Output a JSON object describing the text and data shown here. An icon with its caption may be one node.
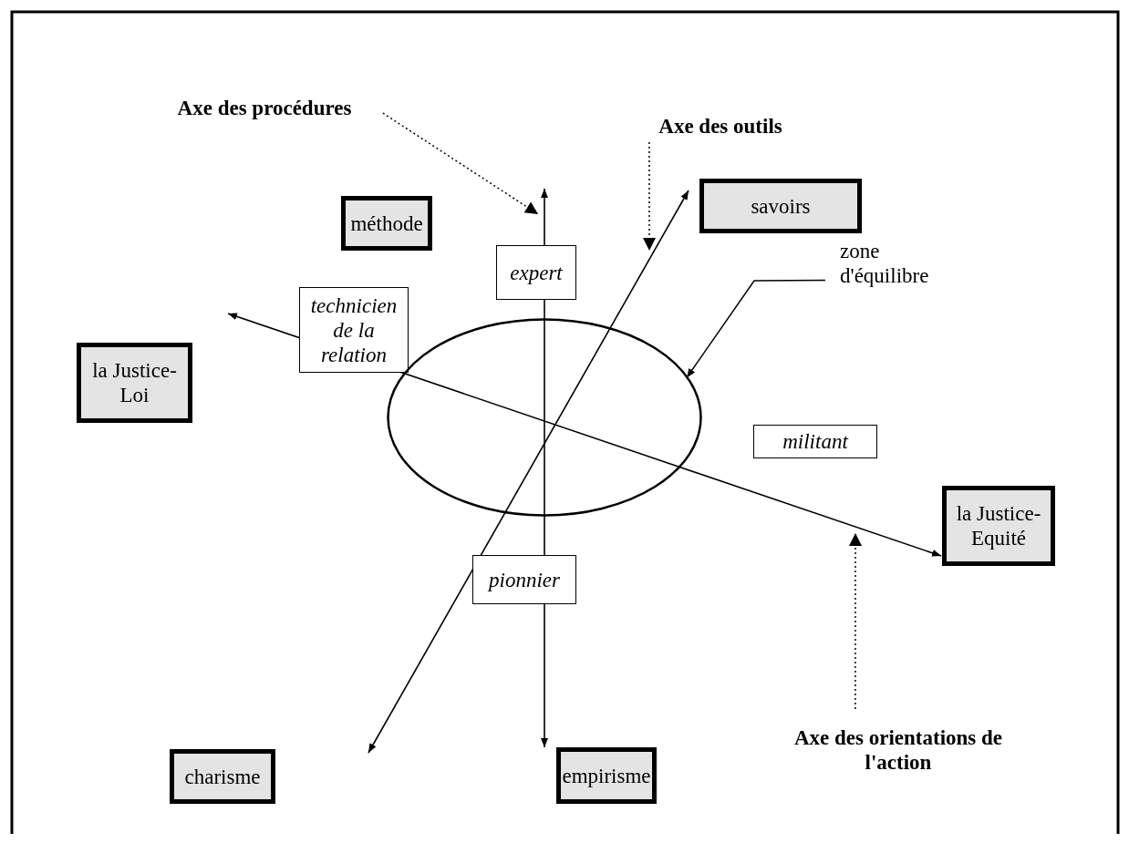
{
  "diagram": {
    "nodes": [
      {
        "text": [
          "méthode"
        ]
      },
      {
        "text": [
          "savoirs"
        ]
      },
      {
        "text": [
          "la Justice-Loi"
        ]
      },
      {
        "text": [
          "la Justice-Equité"
        ]
      },
      {
        "text": [
          "charisme"
        ]
      },
      {
        "text": [
          "empirisme"
        ]
      },
      {
        "text": [
          "expert"
        ]
      },
      {
        "text": [
          "technicien de la relation"
        ]
      },
      {
        "text": [
          "militant"
        ]
      },
      {
        "text": [
          "pionnier"
        ]
      },
      {
        "text": [],
        "shape": "ellipse"
      },
      {
        "text": [
          "zone d'équilibre"
        ]
      },
      {
        "text": [
          "Axe des procédures"
        ]
      },
      {
        "text": [
          "Axe des outils"
        ]
      },
      {
        "text": [
          "Axe des orientations de l'action"
        ]
      }
    ],
    "edges": [
      {
        "from": 11,
        "to": 10,
        "arrow": "to"
      },
      {
        "from": 12,
        "to": null,
        "arrow": "to",
        "style": "dashed"
      },
      {
        "from": 13,
        "to": null,
        "arrow": "to",
        "style": "dashed"
      },
      {
        "from": 14,
        "to": null,
        "arrow": "to",
        "style": "dashed"
      }
    ]
  }
}
